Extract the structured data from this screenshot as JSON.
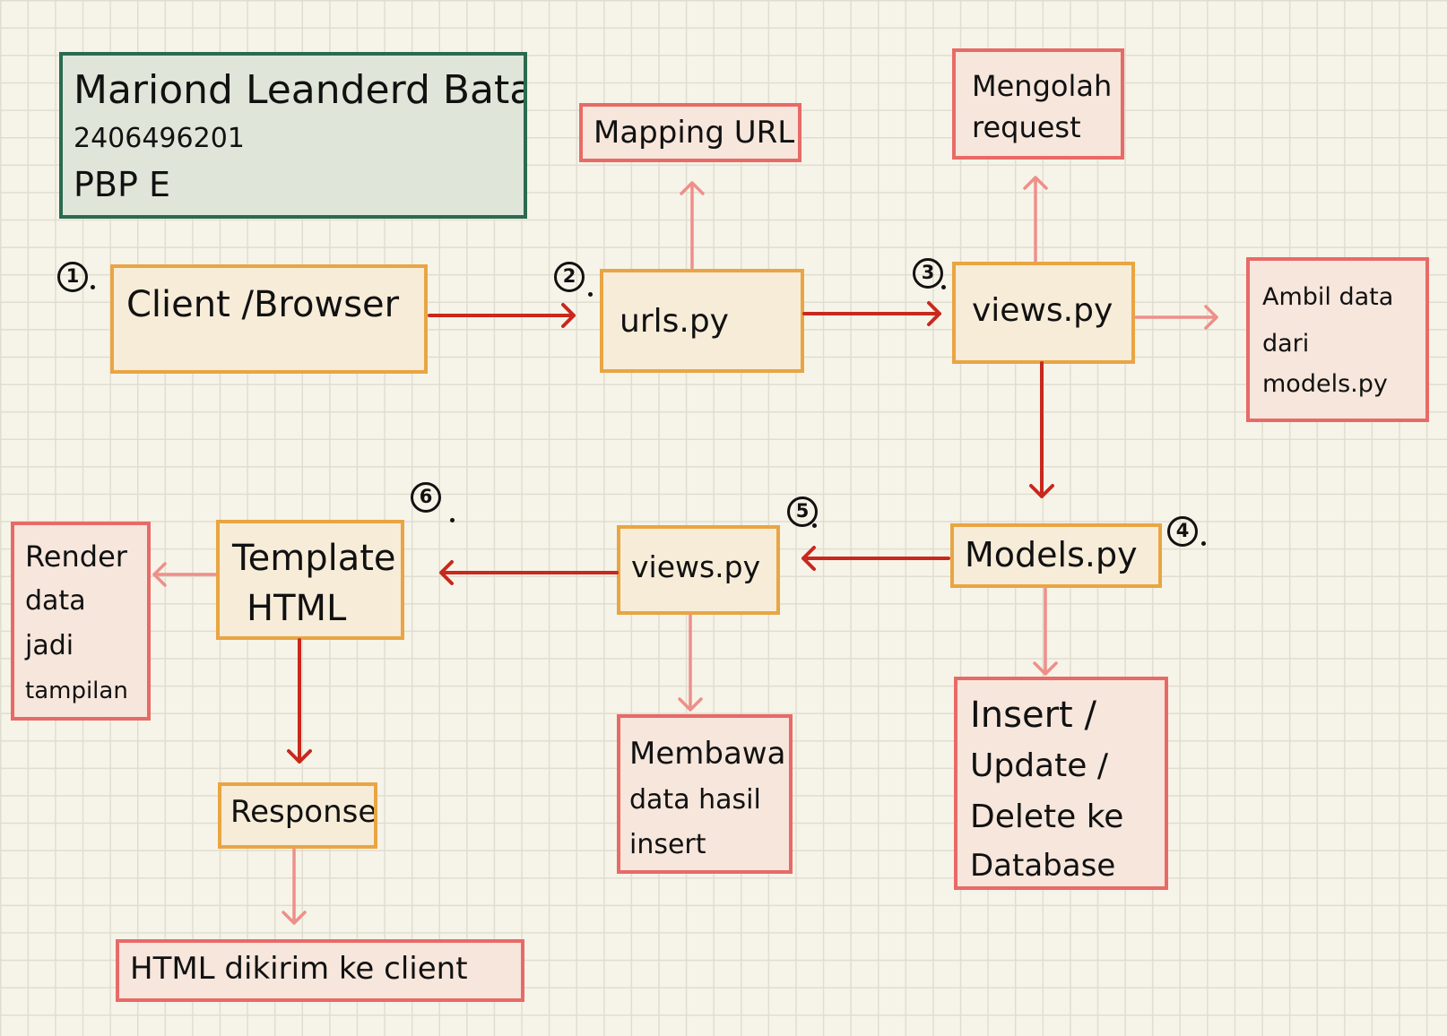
{
  "header": {
    "lines": [
      "Mariond Leanderd Batara",
      "2406496201",
      "PBP E"
    ]
  },
  "steps": {
    "client": {
      "number": "1",
      "lines": [
        "Client /Browser"
      ]
    },
    "urls": {
      "number": "2",
      "lines": [
        "urls.py"
      ]
    },
    "views_request": {
      "number": "3",
      "lines": [
        "views.py"
      ]
    },
    "models": {
      "number": "4",
      "lines": [
        "Models.py"
      ]
    },
    "views_response": {
      "number": "5",
      "lines": [
        "views.py"
      ]
    },
    "template": {
      "number": "6",
      "lines": [
        "Template",
        "HTML"
      ]
    },
    "response": {
      "lines": [
        "Response"
      ]
    }
  },
  "notes": {
    "mapping_url": {
      "lines": [
        "Mapping URL"
      ]
    },
    "mengolah_request": {
      "lines": [
        "Mengolah",
        "request"
      ]
    },
    "ambil_data": {
      "lines": [
        "Ambil data",
        "dari",
        "models.py"
      ]
    },
    "insert_update_delete": {
      "lines": [
        "Insert /",
        "Update /",
        "Delete ke",
        "Database"
      ]
    },
    "membawa_data": {
      "lines": [
        "Membawa",
        "data hasil",
        "insert"
      ]
    },
    "render_data": {
      "lines": [
        "Render",
        "data",
        "jadi",
        "tampilan"
      ]
    },
    "html_dikirim": {
      "lines": [
        "HTML dikirim ke client"
      ]
    }
  },
  "colors": {
    "main_arrow": "#c8281e",
    "side_arrow": "#ee8f8a",
    "step_border": "#e9a543",
    "note_border": "#e86a67",
    "header_border": "#2b6a4f"
  }
}
